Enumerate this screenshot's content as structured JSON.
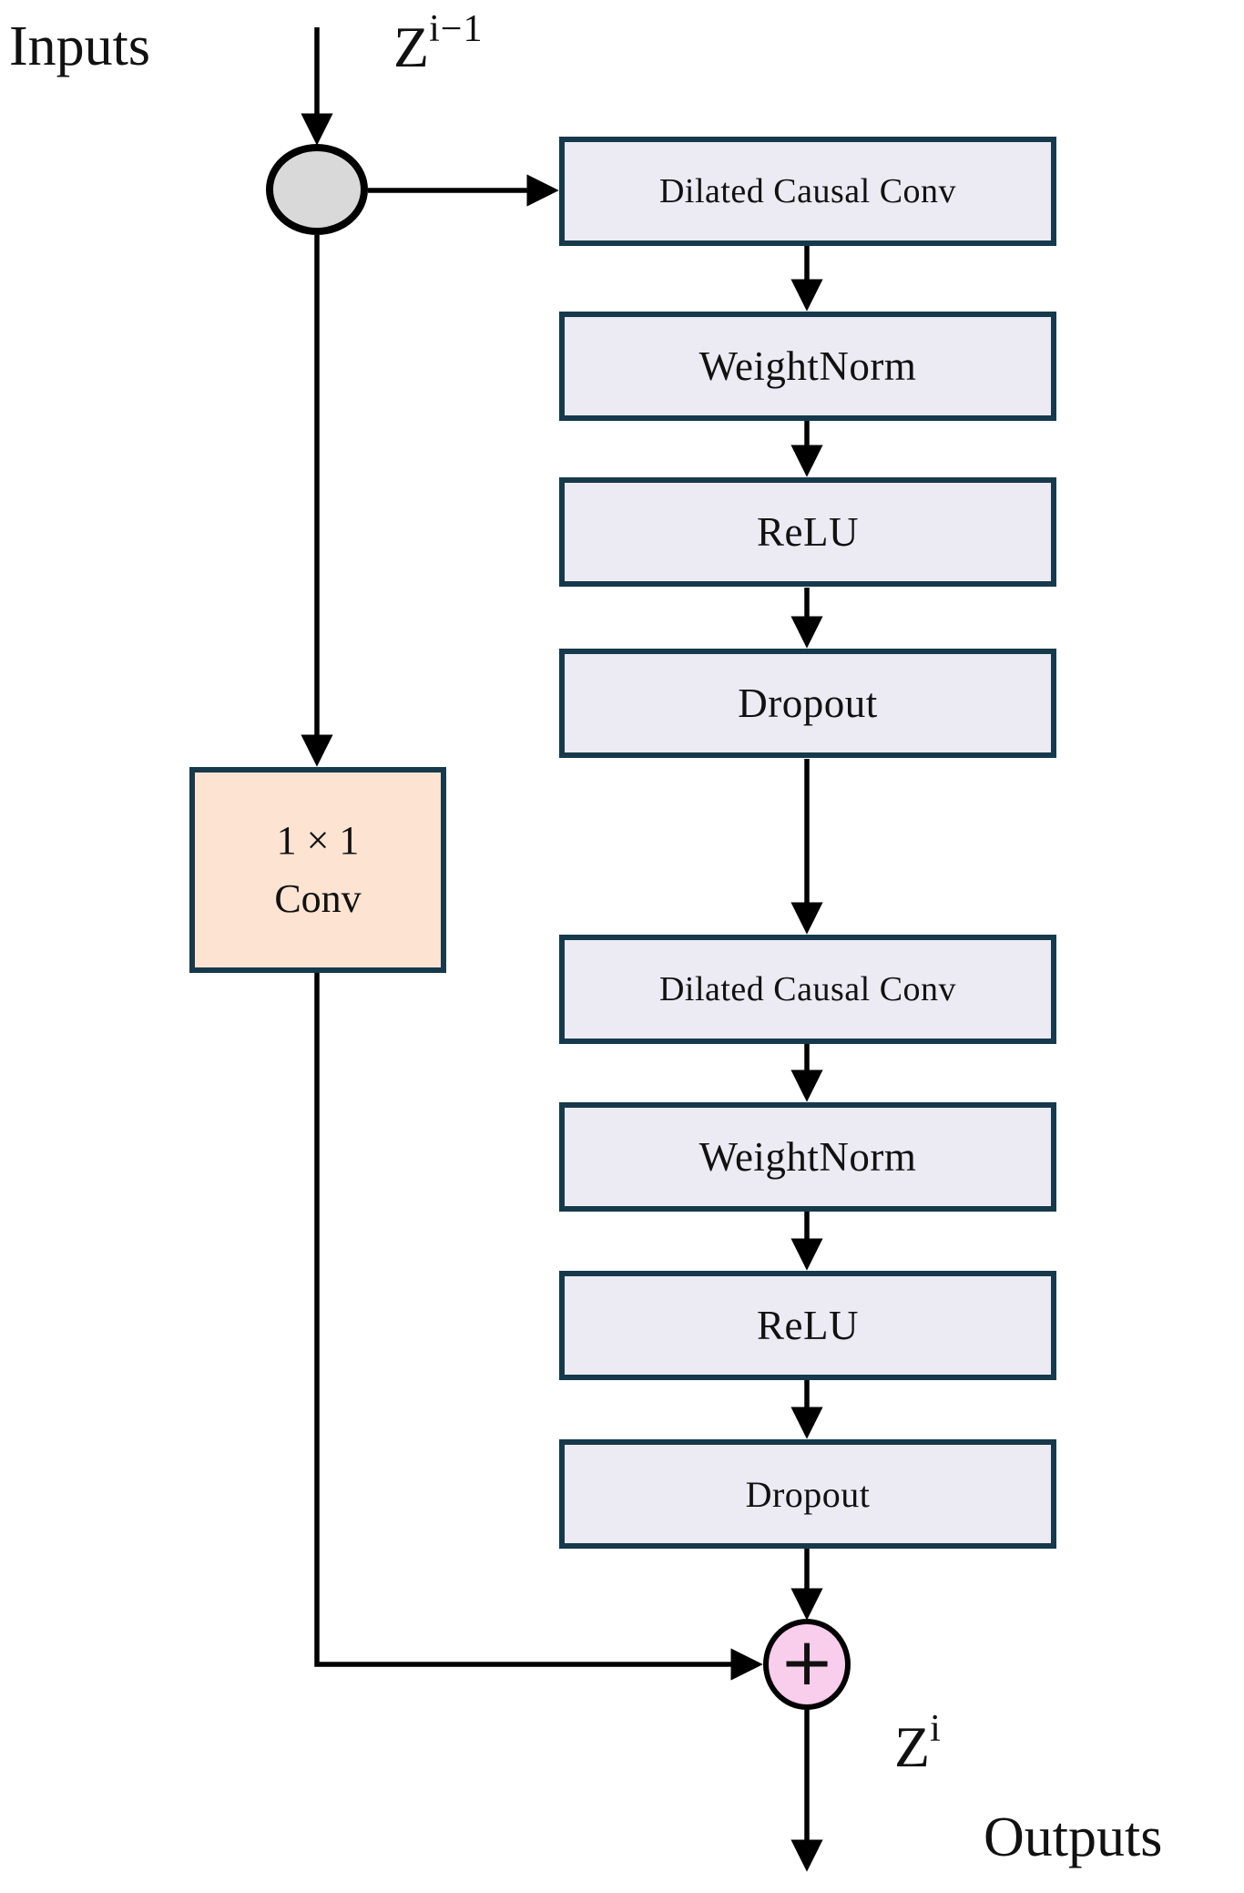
{
  "diagram": {
    "inputs_label": "Inputs",
    "outputs_label": "Outputs",
    "z_input": {
      "base": "Z",
      "sup": "i−1"
    },
    "z_output": {
      "base": "Z",
      "sup": "i"
    },
    "sum_node_label": "+",
    "residual_conv": {
      "line1": "1 × 1",
      "line2": "Conv"
    },
    "main_branch": [
      "Dilated Causal Conv",
      "WeightNorm",
      "ReLU",
      "Dropout",
      "Dilated Causal Conv",
      "WeightNorm",
      "ReLU",
      "Dropout"
    ],
    "colors": {
      "box_border": "#16394c",
      "box_fill": "#eceaf2",
      "conv_fill": "#fce3d2",
      "sum_fill": "#f9cdec",
      "split_fill": "#d9d9d9",
      "line": "#000000"
    }
  }
}
